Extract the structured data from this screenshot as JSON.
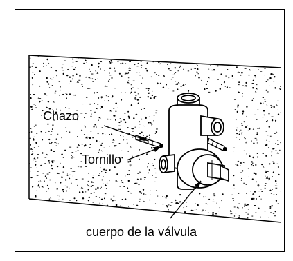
{
  "labels": {
    "anchor": "Chazo",
    "screw": "Tornillo",
    "valve_body": "cuerpo de la válvula"
  },
  "colors": {
    "ink": "#000000",
    "paper": "#ffffff"
  }
}
